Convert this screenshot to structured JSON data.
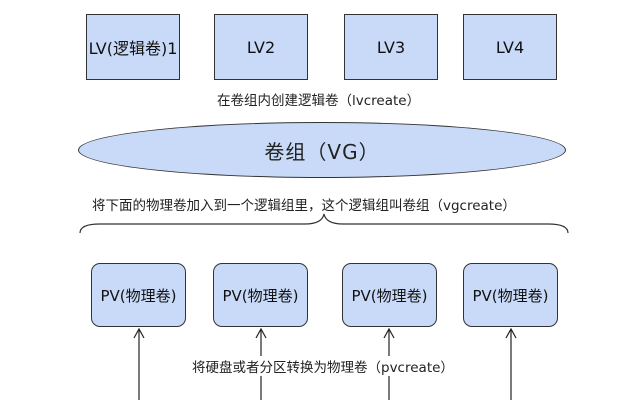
{
  "logical_volumes": [
    "LV(逻辑卷)1",
    "LV2",
    "LV3",
    "LV4"
  ],
  "lvcreate_caption": "在卷组内创建逻辑卷（lvcreate）",
  "volume_group": "卷组（VG）",
  "vgcreate_caption": "将下面的物理卷加入到一个逻辑组里，这个逻辑组叫卷组（vgcreate）",
  "physical_volumes": [
    "PV(物理卷)",
    "PV(物理卷)",
    "PV(物理卷)",
    "PV(物理卷)"
  ],
  "pvcreate_caption": "将硬盘或者分区转换为物理卷（pvcreate）",
  "colors": {
    "fill": "#c9daf8",
    "stroke": "#333333"
  }
}
